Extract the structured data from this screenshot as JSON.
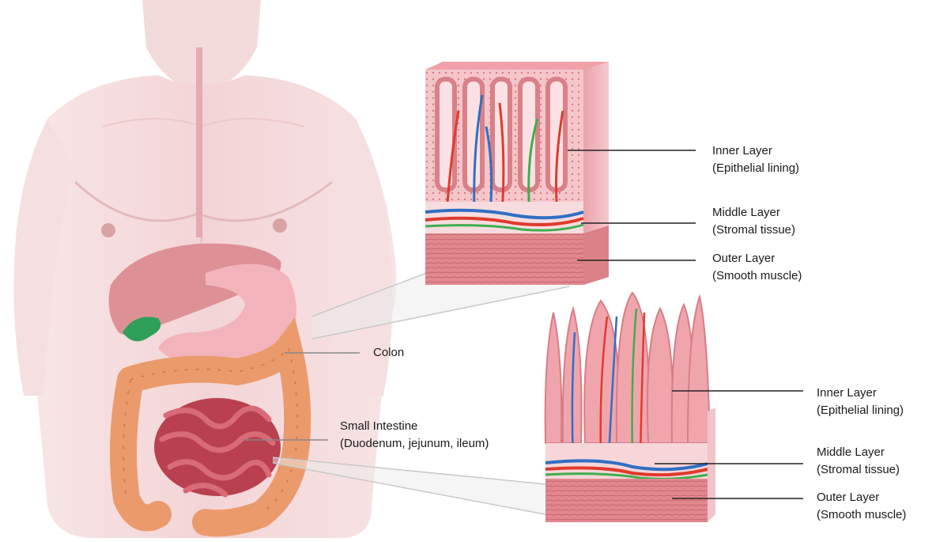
{
  "labels": {
    "colon": "Colon",
    "small_intestine": {
      "name": "Small Intestine",
      "detail": "(Duodenum, jejunum, ileum)"
    },
    "colon_section": {
      "inner": {
        "name": "Inner Layer",
        "detail": "(Epithelial lining)"
      },
      "middle": {
        "name": "Middle Layer",
        "detail": "(Stromal tissue)"
      },
      "outer": {
        "name": "Outer Layer",
        "detail": "(Smooth muscle)"
      }
    },
    "small_intestine_section": {
      "inner": {
        "name": "Inner Layer",
        "detail": "(Epithelial lining)"
      },
      "middle": {
        "name": "Middle Layer",
        "detail": "(Stromal tissue)"
      },
      "outer": {
        "name": "Outer Layer",
        "detail": "(Smooth muscle)"
      }
    }
  },
  "colors": {
    "skin": "#f2d3d3",
    "skin_shadow": "#e7b9bb",
    "tissue": "#efa7ad",
    "muscle": "#d9777f",
    "colon": "#eb9a6c",
    "small_intestine": "#c24756",
    "liver": "#d98c90",
    "stomach": "#f0b0b6",
    "gallbladder": "#2fa05a",
    "artery": "#e03a2c",
    "vein": "#2f6fc4",
    "lymph": "#3fae4d",
    "leader_line": "#222222",
    "projection": "#cfcfcf"
  }
}
